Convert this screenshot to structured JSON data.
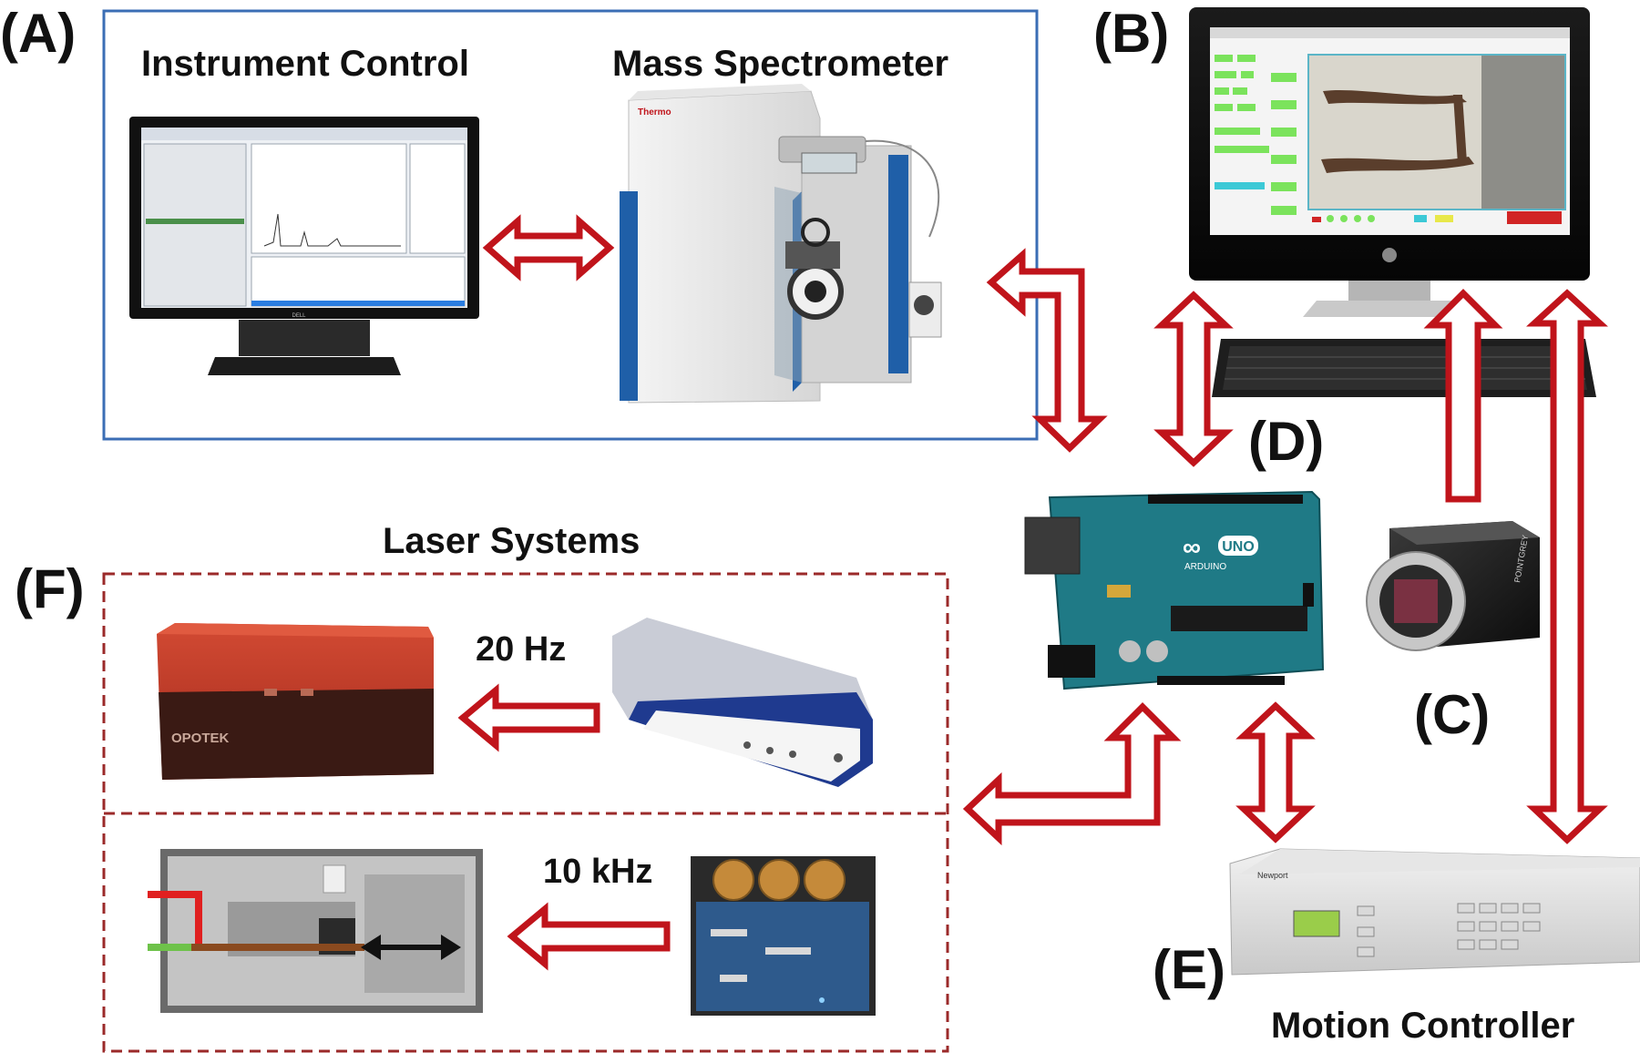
{
  "labels": {
    "A": "(A)",
    "B": "(B)",
    "C": "(C)",
    "D": "(D)",
    "E": "(E)",
    "F": "(F)"
  },
  "titles": {
    "instrument_control": "Instrument Control",
    "mass_spectrometer": "Mass Spectrometer",
    "laser_systems": "Laser Systems",
    "motion_controller": "Motion Controller"
  },
  "frequencies": {
    "low": "20 Hz",
    "high": "10 kHz"
  },
  "device_marks": {
    "monitor_brand": "DELL",
    "ms_brand": "Thermo",
    "laser_brand": "OPOTEK",
    "arduino_model": "UNO",
    "arduino_name": "ARDUINO",
    "camera_brand": "POINTGREY",
    "motion_brand": "Newport"
  },
  "colors": {
    "arrow": "#c0141b",
    "panel_a_border": "#3b6eb5",
    "panel_f_border": "#9b2a2a",
    "arduino": "#1f7a86",
    "laser_red": "#c9412f",
    "ms_blue": "#1f5fa8"
  }
}
